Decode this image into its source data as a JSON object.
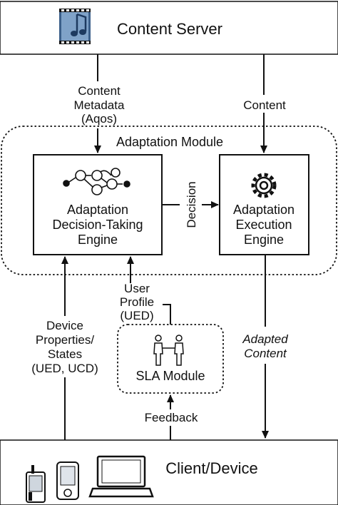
{
  "content_server": {
    "label": "Content Server",
    "icon": "film-music-icon"
  },
  "arrows": {
    "metadata": [
      "Content",
      "Metadata",
      "(Aqos)"
    ],
    "content": "Content",
    "decision": "Decision",
    "user_profile": [
      "User",
      "Profile",
      "(UED)"
    ],
    "device_properties": [
      "Device",
      "Properties/",
      "States",
      "(UED, UCD)"
    ],
    "adapted_content": [
      "Adapted",
      "Content"
    ],
    "feedback": "Feedback"
  },
  "adaptation_module": {
    "label": "Adaptation Module",
    "decision_engine": {
      "lines": [
        "Adaptation",
        "Decision-Taking",
        "Engine"
      ],
      "icon": "state-graph-icon"
    },
    "execution_engine": {
      "lines": [
        "Adaptation",
        "Execution",
        "Engine"
      ],
      "icon": "gear-icon"
    }
  },
  "sla_module": {
    "label": "SLA Module",
    "icon": "handshake-icon"
  },
  "client_device": {
    "label": "Client/Device",
    "icons": [
      "phone-icon",
      "pda-icon",
      "laptop-icon"
    ]
  }
}
